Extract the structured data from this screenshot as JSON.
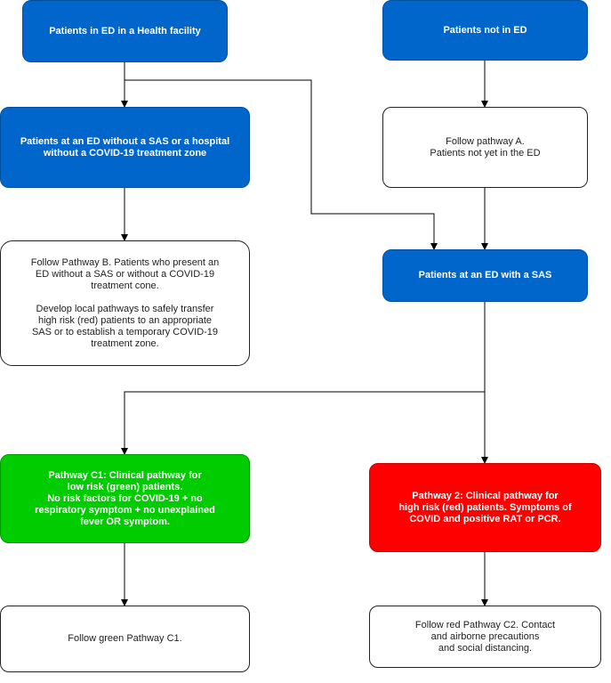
{
  "nodes": {
    "ed_health": "Patients in ED in a Health facility",
    "not_ed": "Patients not in ED",
    "no_sas": "Patients at an ED without a SAS or a hospital\nwithout a COVID-19 treatment zone",
    "pathway_a": "Follow pathway A.\nPatients not yet in the ED",
    "pathway_b": "Follow Pathway B. Patients who present an\nED without a SAS or without a COVID-19\ntreatment cone.\n\nDevelop local pathways to safely transfer\nhigh risk (red) patients to an appropriate\nSAS or to establish a temporary COVID-19\ntreatment zone.",
    "with_sas": "Patients at an ED with a SAS",
    "c1": "Pathway C1: Clinical pathway for\nlow risk (green) patients.\nNo risk factors for COVID-19 + no\nrespiratory symptom + no unexplained\nfever OR symptom.",
    "p2": "Pathway 2: Clinical pathway for\nhigh risk (red) patients. Symptoms of\nCOVID and positive RAT or PCR.",
    "green_c1": "Follow green Pathway C1.",
    "red_c2": "Follow red Pathway C2. Contact\nand airborne precautions\nand social distancing."
  },
  "colors": {
    "blue": "#0066CC",
    "green": "#00CC00",
    "red": "#FF0000",
    "line": "#000000"
  }
}
